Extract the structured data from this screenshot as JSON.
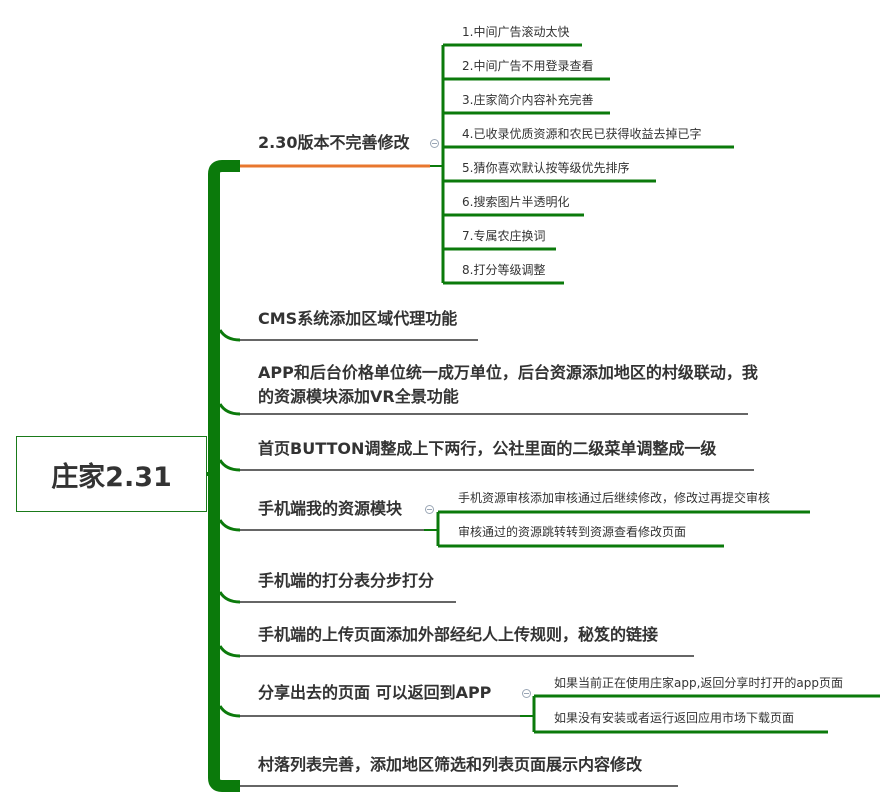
{
  "root": {
    "title": "庄家2.31"
  },
  "branches": [
    {
      "label": "2.30版本不完善修改",
      "children": [
        "1.中间广告滚动太快",
        "2.中间广告不用登录查看",
        "3.庄家简介内容补充完善",
        "4.已收录优质资源和农民已获得收益去掉已字",
        "5.猜你喜欢默认按等级优先排序",
        "6.搜索图片半透明化",
        "7.专属农庄换词",
        "8.打分等级调整"
      ]
    },
    {
      "label": "CMS系统添加区域代理功能",
      "children": []
    },
    {
      "label": "APP和后台价格单位统一成万单位，后台资源添加地区的村级联动，我的资源模块添加VR全景功能",
      "children": []
    },
    {
      "label": "首页BUTTON调整成上下两行，公社里面的二级菜单调整成一级",
      "children": []
    },
    {
      "label": "手机端我的资源模块",
      "children": [
        "手机资源审核添加审核通过后继续修改，修改过再提交审核",
        "审核通过的资源跳转转到资源查看修改页面"
      ]
    },
    {
      "label": "手机端的打分表分步打分",
      "children": []
    },
    {
      "label": "手机端的上传页面添加外部经纪人上传规则，秘笈的链接",
      "children": []
    },
    {
      "label": "分享出去的页面  可以返回到APP",
      "children": [
        "如果当前正在使用庄家app,返回分享时打开的app页面",
        "如果没有安装或者运行返回应用市场下载页面"
      ]
    },
    {
      "label": "村落列表完善，添加地区筛选和列表页面展示内容修改",
      "children": []
    }
  ],
  "colors": {
    "trunk": "#0b7a0b",
    "sub_line": "#0b7a0b",
    "underline": "#333333",
    "highlight_underline": "#e8772e",
    "root_border": "#1a7a1a"
  }
}
